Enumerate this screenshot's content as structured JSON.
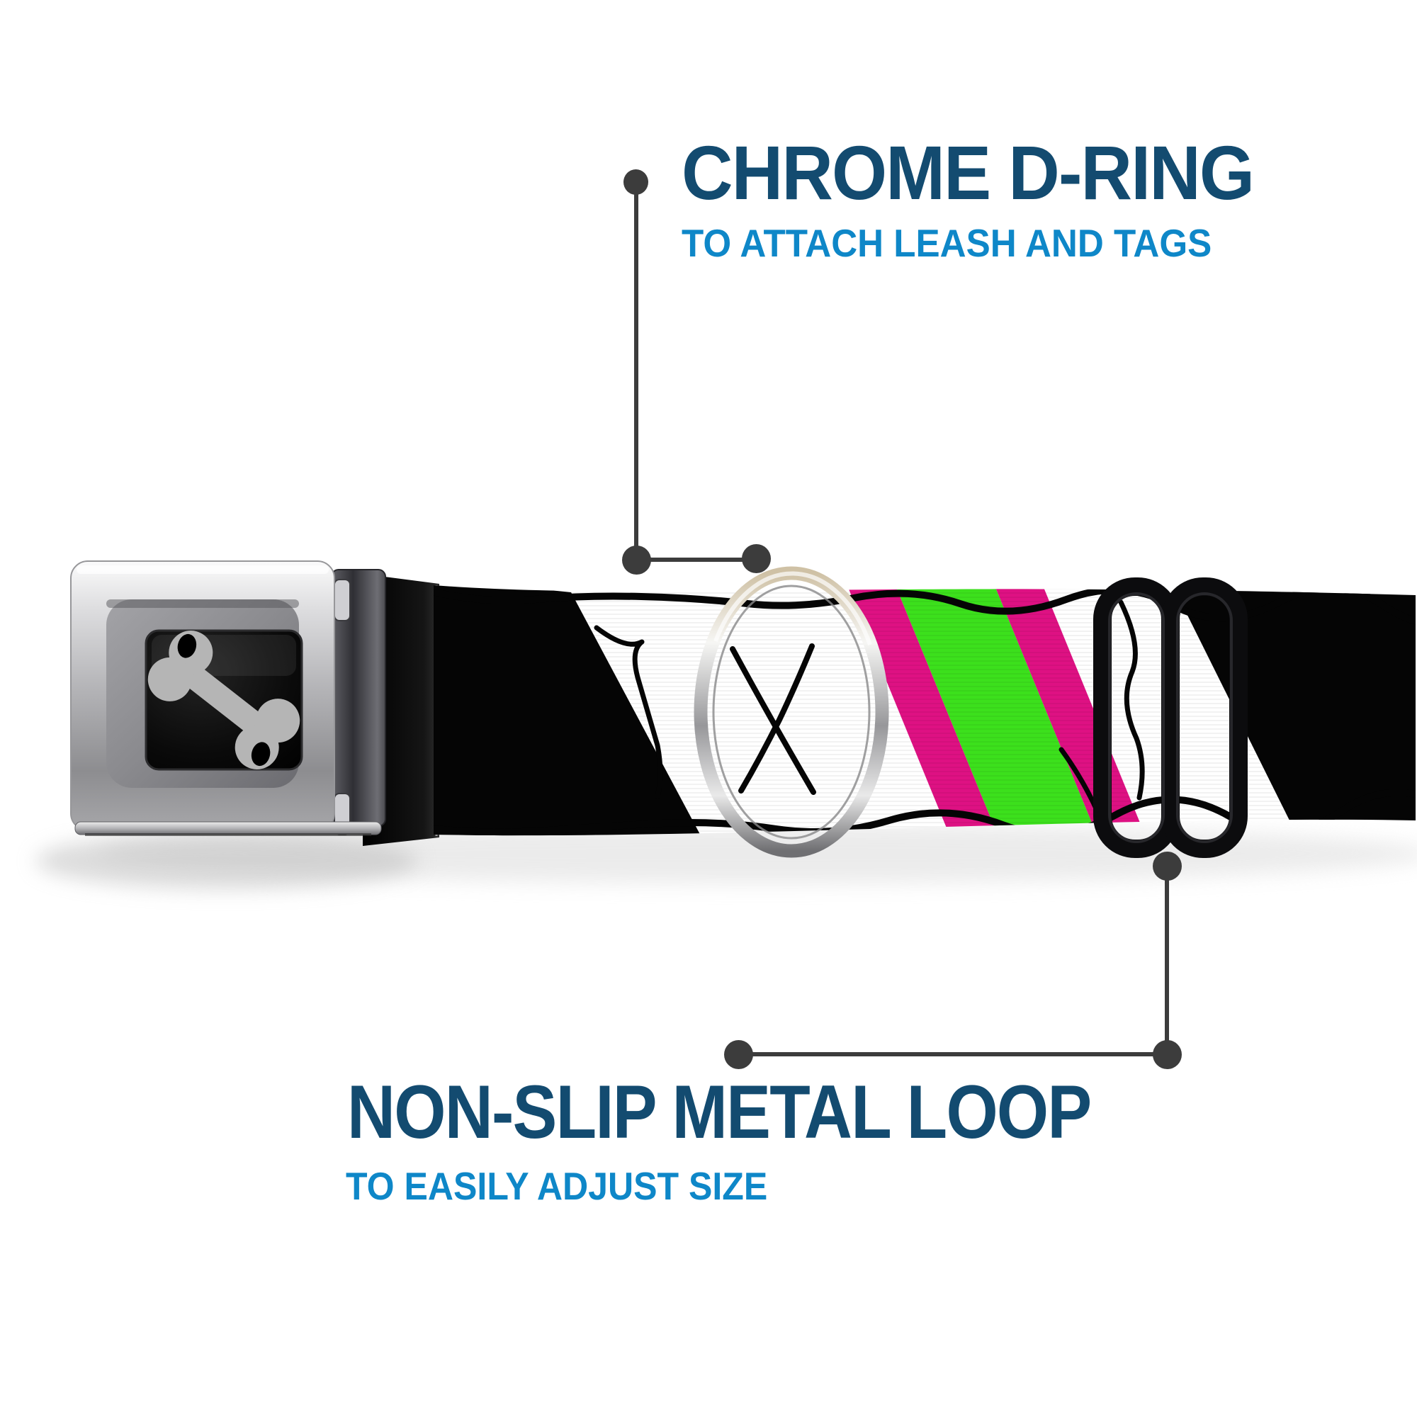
{
  "annotations": {
    "d_ring": {
      "title": "CHROME D-RING",
      "subtitle": "TO ATTACH LEASH AND TAGS"
    },
    "slider_loop": {
      "title": "NON-SLIP METAL LOOP",
      "subtitle": "TO EASILY ADJUST SIZE"
    }
  },
  "colors": {
    "heading": "#134b70",
    "subheading": "#0e87c8",
    "callout": "#3c3c3c",
    "stripe_pink": "#de1183",
    "stripe_green": "#3ce01c",
    "stripe_black": "#050505",
    "webbing_white": "#ffffff",
    "bone_gray": "#b5b5b5",
    "chrome_light": "#f2f2f2",
    "chrome_dark": "#6f6f73"
  },
  "icons": {
    "buckle_logo": "dog-bone-icon"
  }
}
